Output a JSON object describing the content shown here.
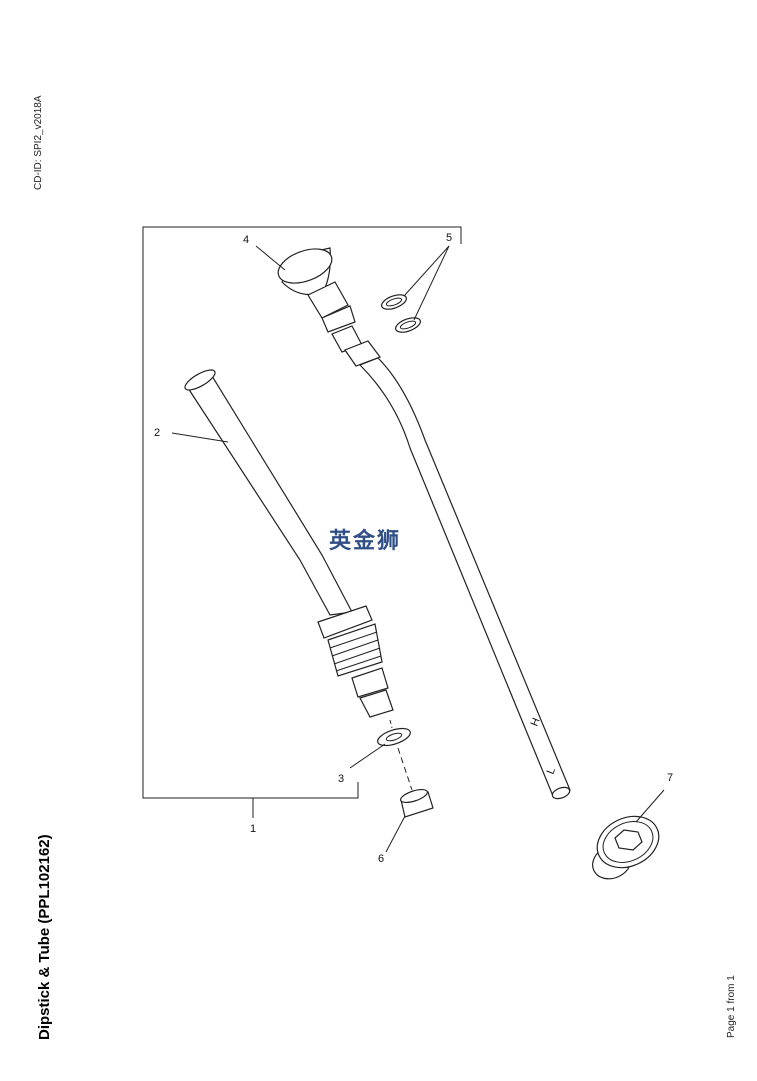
{
  "header": {
    "cd_id": "CD-ID: SPI2_v2018A",
    "title": "Dipstick & Tube (PPL102162)",
    "page": "Page 1 from 1"
  },
  "watermark": "英金狮",
  "dipstick_marks": {
    "high": "H",
    "low": "L"
  },
  "callouts": [
    {
      "id": "1",
      "label": "1"
    },
    {
      "id": "2",
      "label": "2"
    },
    {
      "id": "3",
      "label": "3"
    },
    {
      "id": "4",
      "label": "4"
    },
    {
      "id": "5",
      "label": "5"
    },
    {
      "id": "6",
      "label": "6"
    },
    {
      "id": "7",
      "label": "7"
    }
  ],
  "colors": {
    "line": "#222222",
    "watermark": "#2f4f86"
  }
}
